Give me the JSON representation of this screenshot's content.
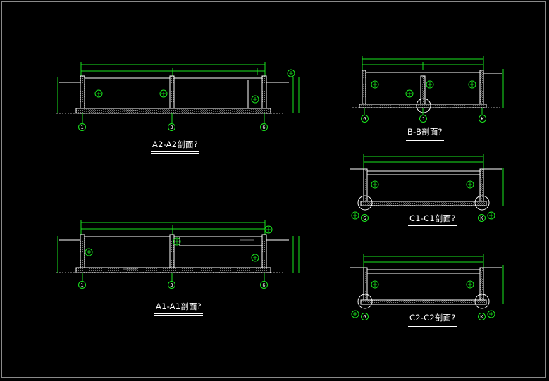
{
  "sections": [
    {
      "id": "a2",
      "title": "A2-A2剖面?",
      "axes": [
        "1",
        "3",
        "6"
      ]
    },
    {
      "id": "a1",
      "title": "A1-A1剖面?",
      "axes": [
        "1",
        "3",
        "6"
      ]
    },
    {
      "id": "b",
      "title": "B-B剖面?",
      "axes": [
        "G",
        "J",
        "K"
      ]
    },
    {
      "id": "c1",
      "title": "C1-C1剖面?",
      "axes": [
        "G",
        "K"
      ]
    },
    {
      "id": "c2",
      "title": "C2-C2剖面?",
      "axes": [
        "G",
        "K"
      ]
    }
  ],
  "colors": {
    "background": "#000000",
    "wall": "#ffffff",
    "dimension": "#19e61e",
    "axis": "#19e61e",
    "title": "#ffffff",
    "frame": "#8a8a8a"
  }
}
